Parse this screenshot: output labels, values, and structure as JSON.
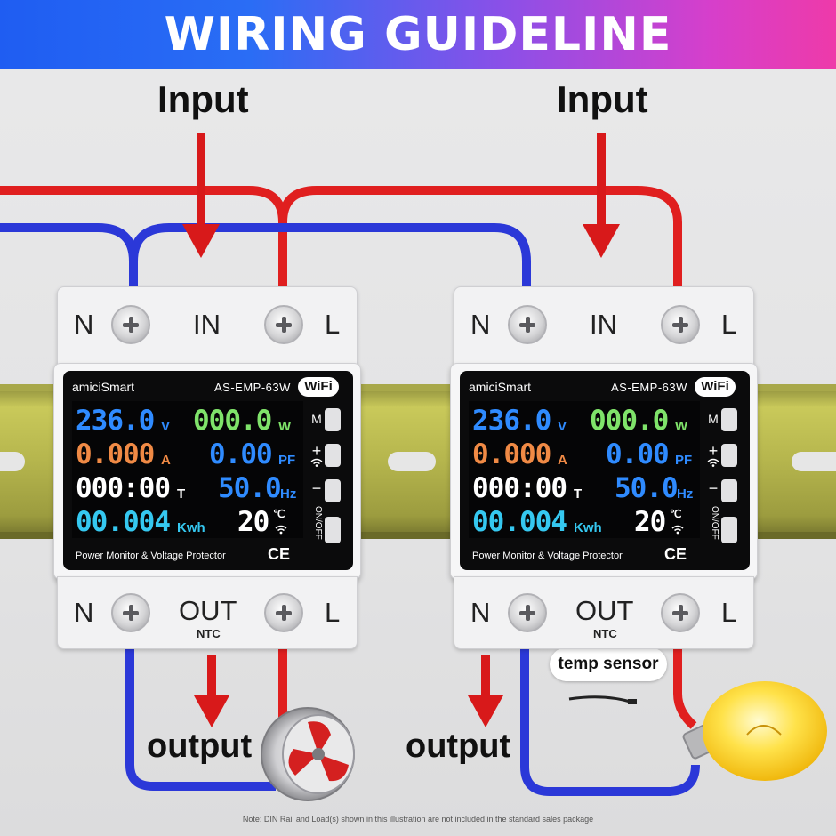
{
  "banner": {
    "title": "WIRING GUIDELINE"
  },
  "labels": {
    "input": "Input",
    "output": "output",
    "temp_sensor": "temp sensor"
  },
  "device": {
    "brand": "amiciSmart",
    "model": "AS-EMP-63W",
    "wifi_badge": "WiFi",
    "top_terminals": {
      "n": "N",
      "in": "IN",
      "l": "L"
    },
    "bottom_terminals": {
      "n": "N",
      "out": "OUT",
      "ntc": "NTC",
      "l": "L"
    },
    "readings": {
      "voltage": "236.0",
      "voltage_unit": "V",
      "power": "000.0",
      "power_unit": "W",
      "current": "0.000",
      "current_unit": "A",
      "pf": "0.00",
      "pf_unit": "PF",
      "time": "000:00",
      "time_unit": "T",
      "freq": "50.0",
      "freq_unit": "Hz",
      "energy": "00.004",
      "energy_unit": "Kwh",
      "temp": "20",
      "temp_unit": "℃"
    },
    "buttons": {
      "m": "M",
      "plus": "+",
      "minus": "−",
      "onoff": "ON/OFF"
    },
    "caption": "Power Monitor & Voltage Protector",
    "ce": "CE"
  },
  "note": "Note: DIN Rail and Load(s) shown in this illustration are not included in the standard sales package",
  "colors": {
    "live": "#e01f1f",
    "neutral": "#2b38d8",
    "voltage": "#2f8bff",
    "power": "#7fe36a",
    "current": "#f08a45",
    "pf": "#2f8bff",
    "time": "#ffffff",
    "freq": "#2f8bff",
    "energy": "#35c8f0",
    "temp": "#ffffff"
  }
}
